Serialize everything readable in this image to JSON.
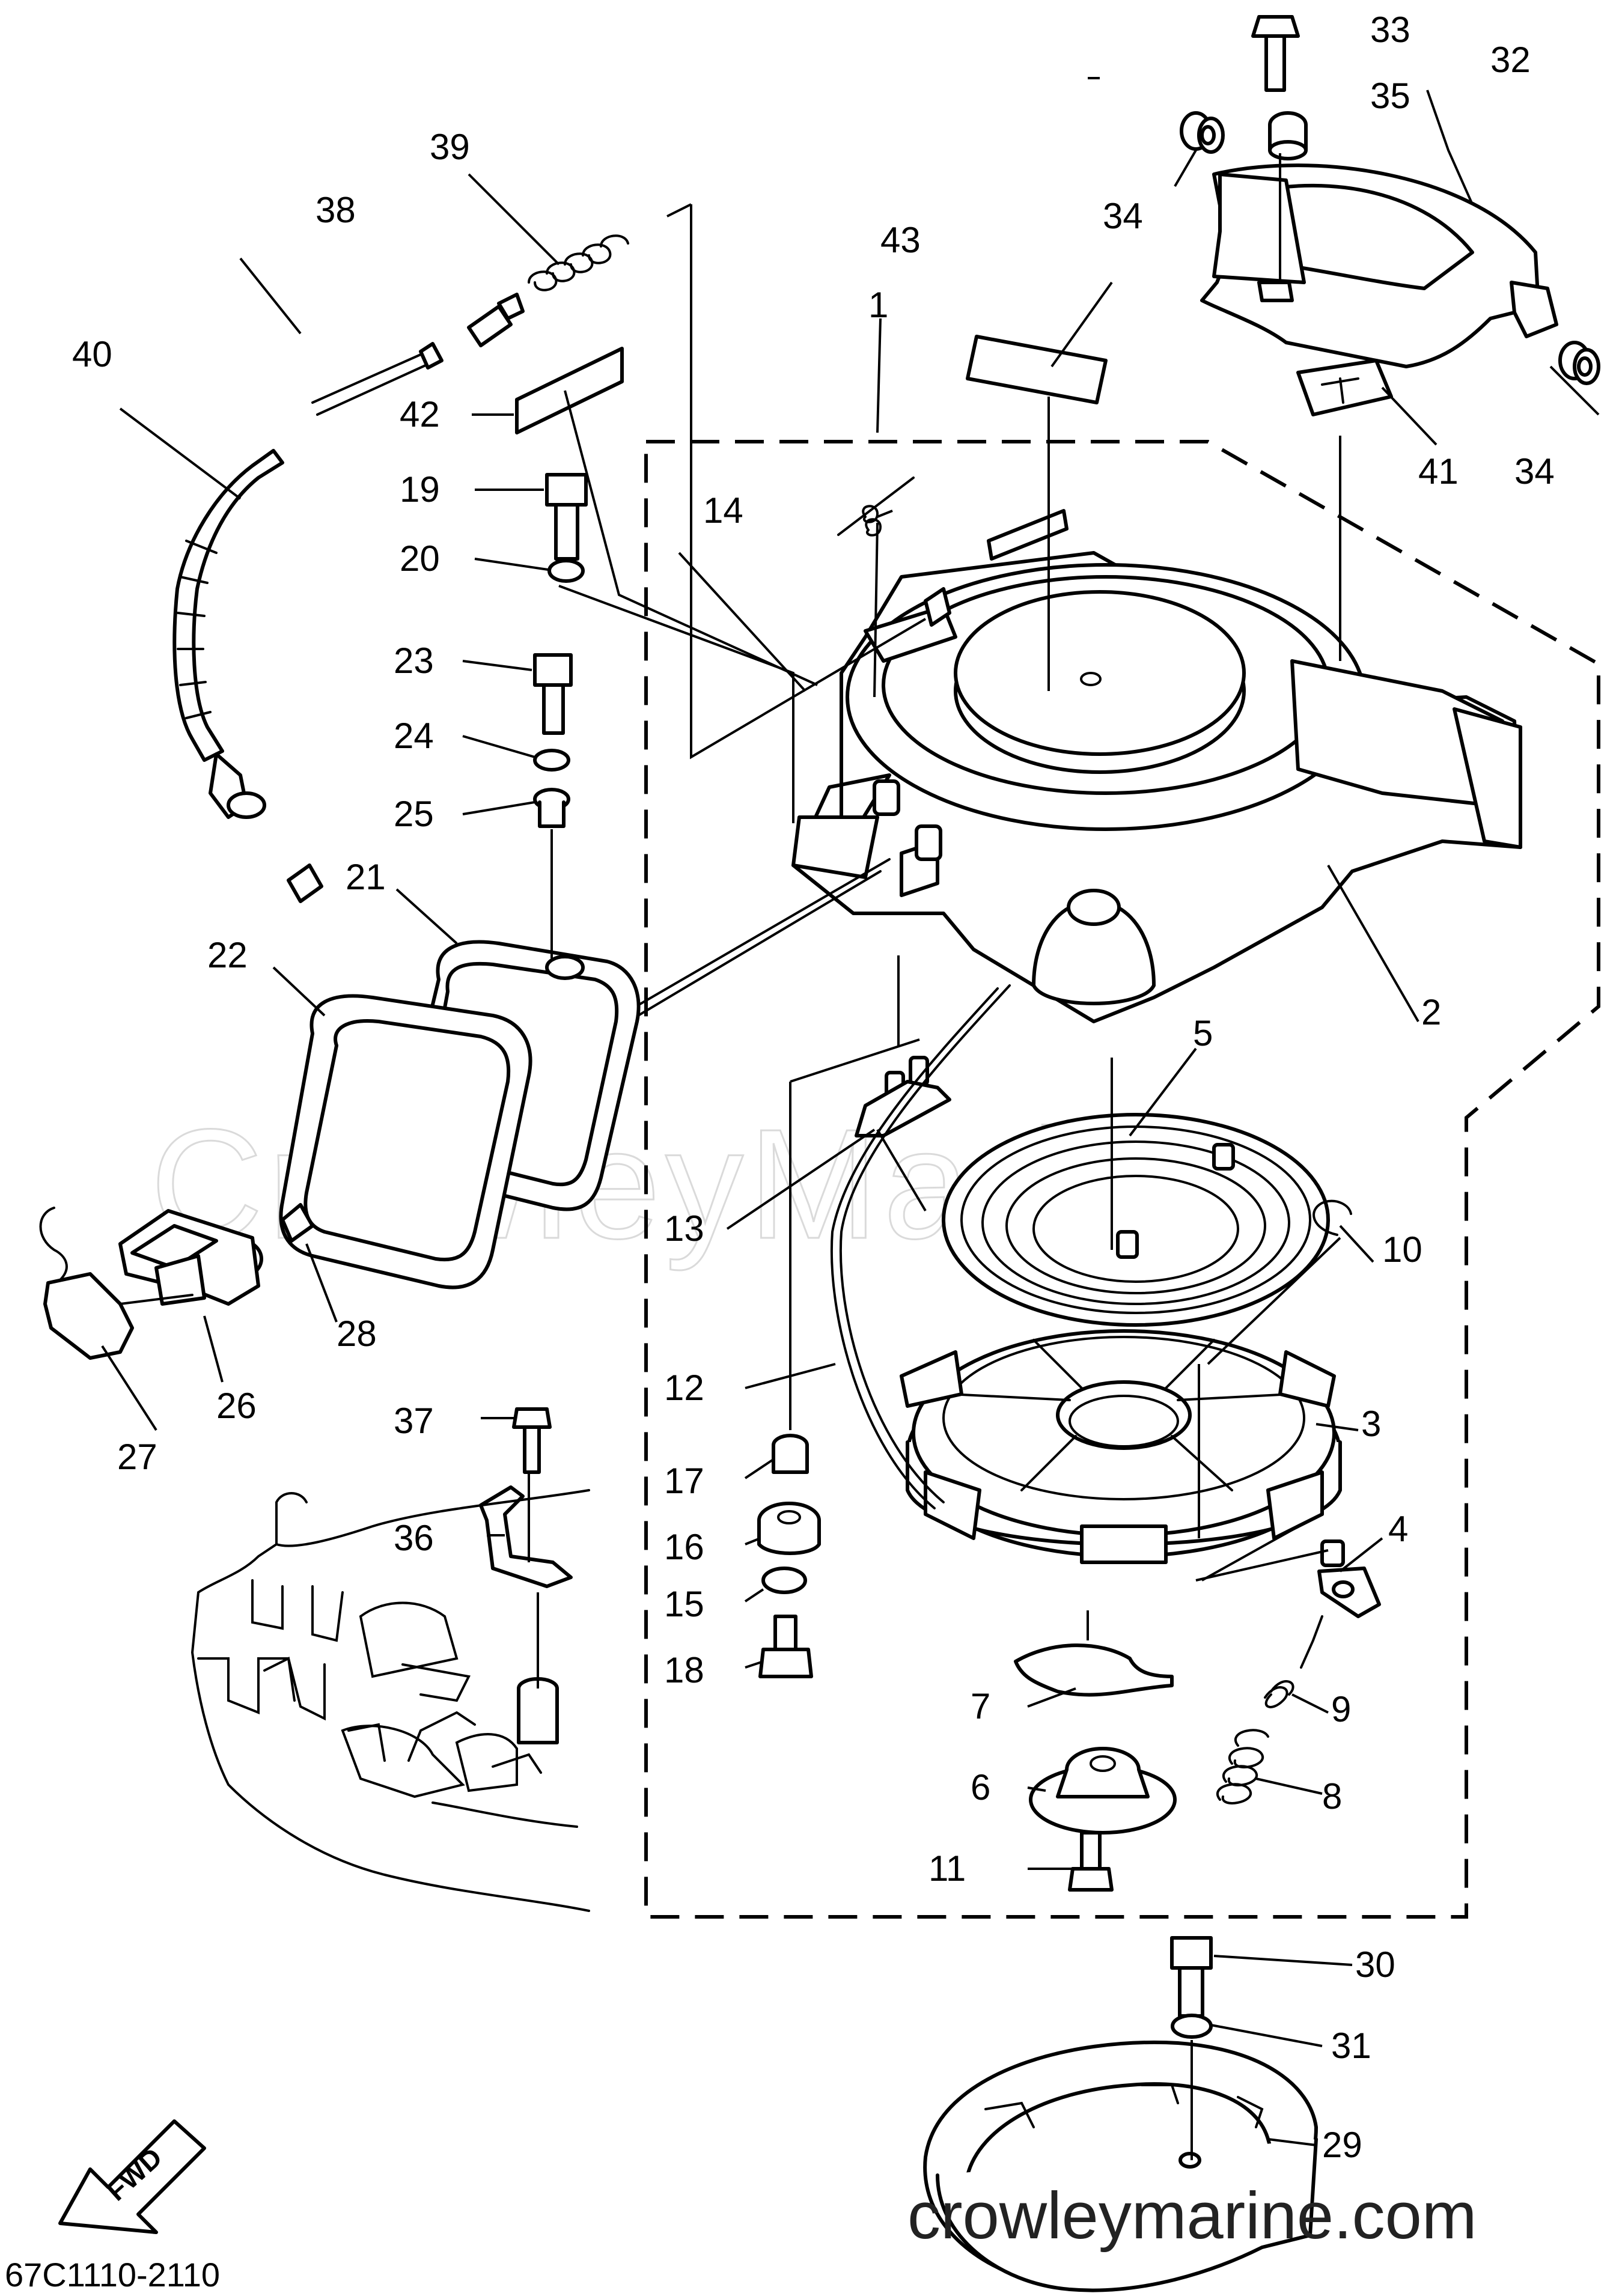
{
  "diagram": {
    "part_numbers": [
      "1",
      "2",
      "3",
      "4",
      "5",
      "6",
      "7",
      "8",
      "9",
      "10",
      "11",
      "12",
      "13",
      "14",
      "15",
      "16",
      "17",
      "18",
      "19",
      "20",
      "21",
      "22",
      "23",
      "24",
      "25",
      "26",
      "27",
      "28",
      "29",
      "30",
      "31",
      "32",
      "33",
      "34",
      "34",
      "35",
      "36",
      "37",
      "38",
      "39",
      "40",
      "41",
      "42",
      "43"
    ],
    "watermark": "CrowleyMarine",
    "website": "crowleymarine.com",
    "diagram_code": "67C1110-2110",
    "fwd_label": "FWD"
  }
}
